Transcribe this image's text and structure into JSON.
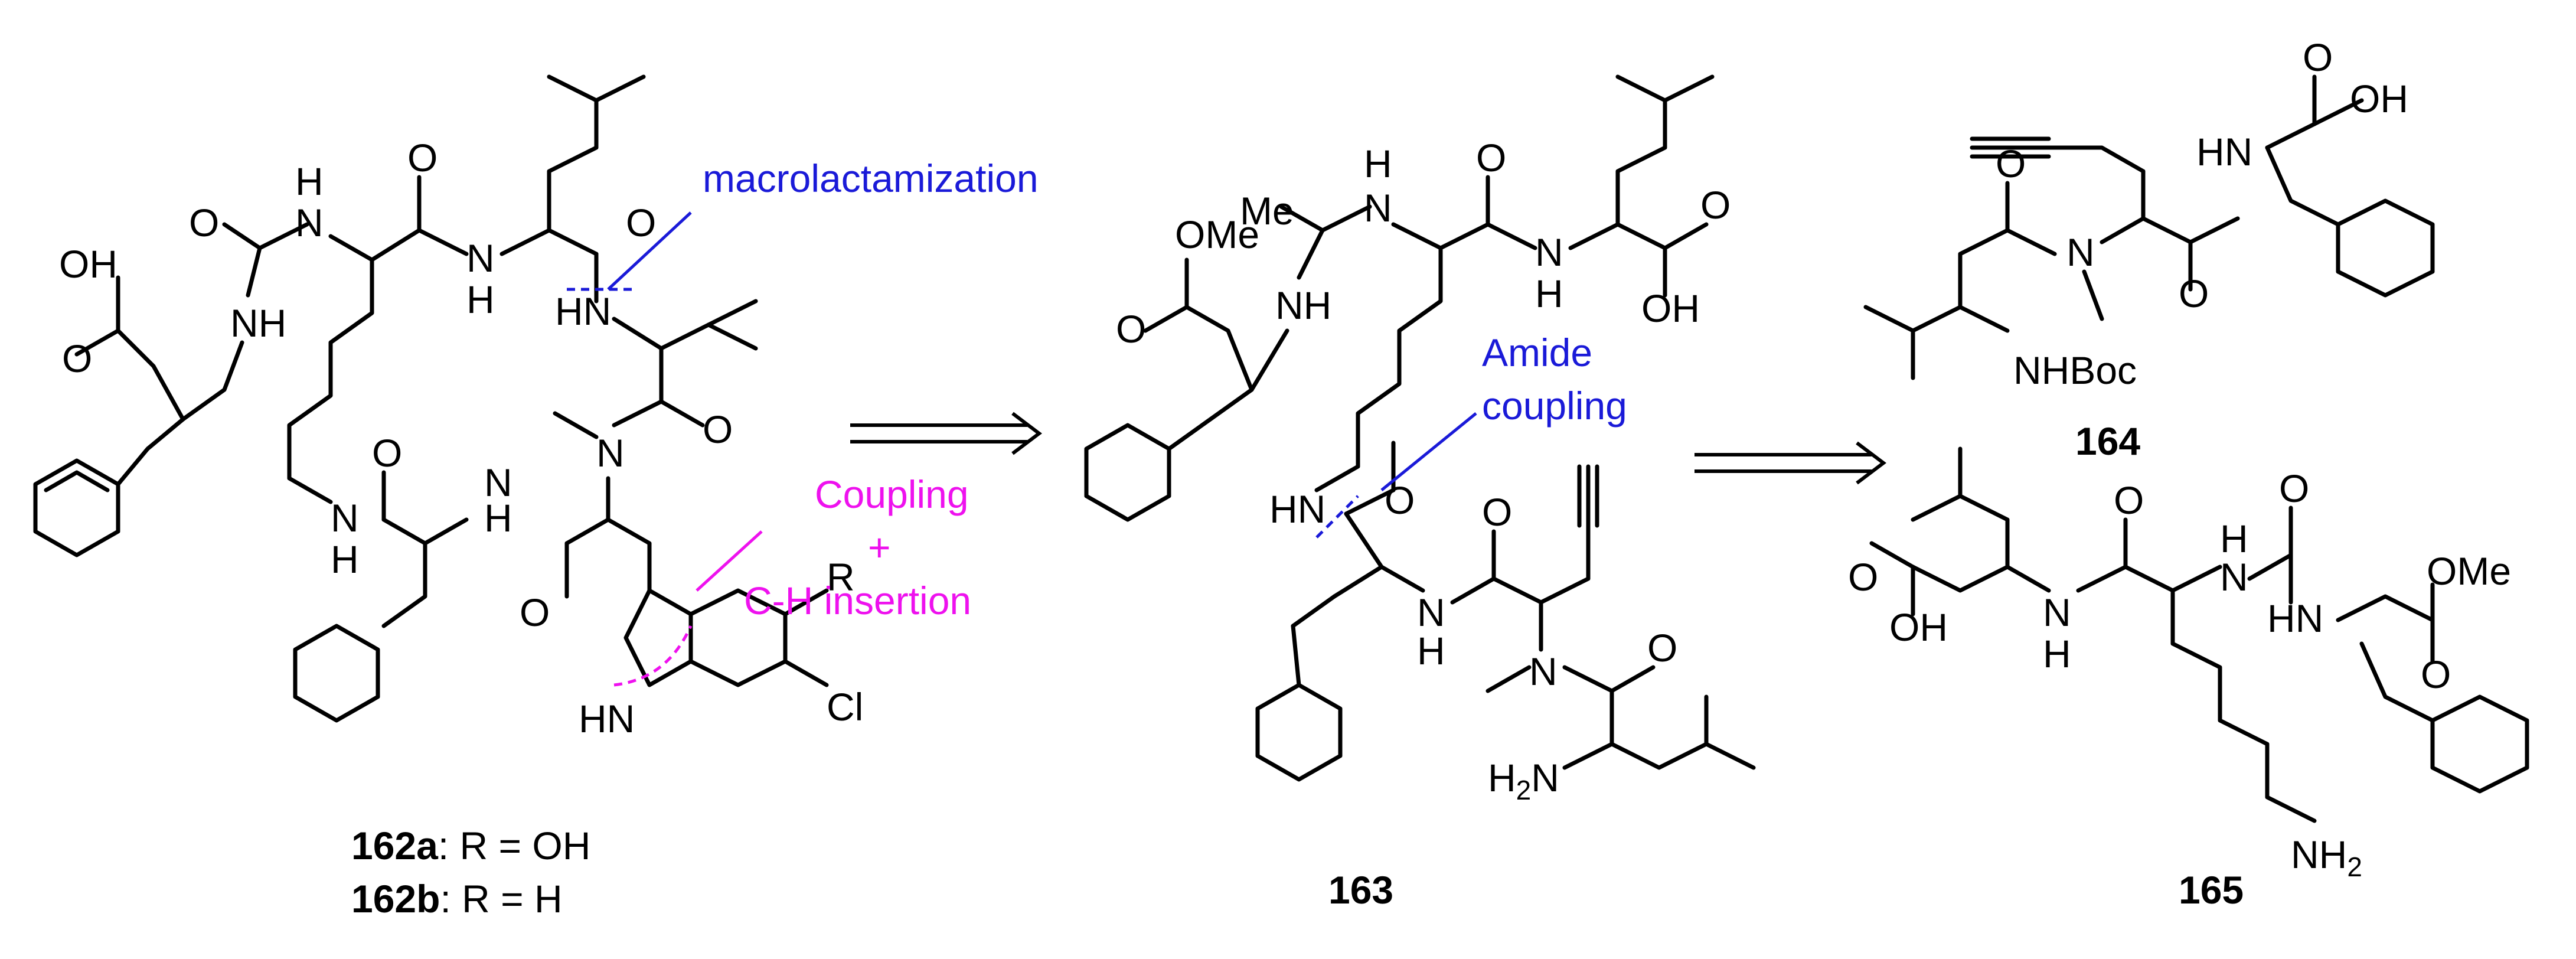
{
  "colors": {
    "bond": "#000000",
    "annotation_blue": "#1a1ad8",
    "annotation_magenta": "#ee11ee"
  },
  "compounds": {
    "c162a_num": "162a",
    "c162a_text": ": R = OH",
    "c162b_num": "162b",
    "c162b_text": ": R = H",
    "c163": "163",
    "c164": "164",
    "c165": "165"
  },
  "annotations": {
    "macrolactamization": "macrolactamization",
    "coupling": "Coupling",
    "plus": "+",
    "ch_insertion": "C-H insertion",
    "amide": "Amide",
    "coupling2": "coupling"
  },
  "atoms": {
    "O": "O",
    "OH": "OH",
    "H": "H",
    "N": "N",
    "NH": "NH",
    "HN": "HN",
    "OMe": "OMe",
    "Me": "Me",
    "NHBoc": "NHBoc",
    "R": "R",
    "Cl": "Cl",
    "H2N_H": "H",
    "H2N_N": "N",
    "NH2_N": "NH",
    "two": "2"
  }
}
